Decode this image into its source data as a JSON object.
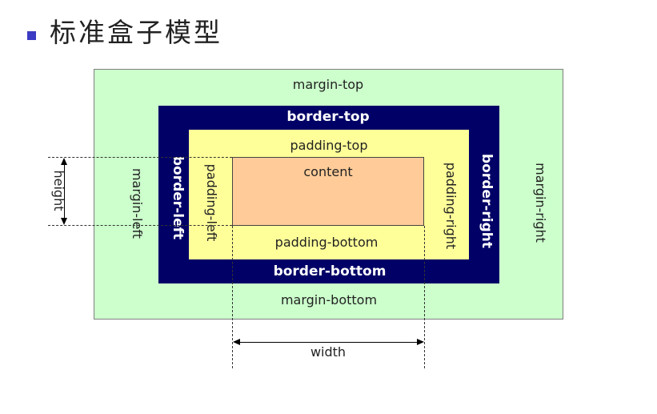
{
  "title": "标准盒子模型",
  "colors": {
    "bullet": "#3b3bc4",
    "margin": "#ccffcc",
    "border": "#000066",
    "padding": "#ffff99",
    "content": "#ffcc99"
  },
  "labels": {
    "margin_top": "margin-top",
    "margin_bottom": "margin-bottom",
    "margin_left": "margin-left",
    "margin_right": "margin-right",
    "border_top": "border-top",
    "border_bottom": "border-bottom",
    "border_left": "border-left",
    "border_right": "border-right",
    "padding_top": "padding-top",
    "padding_bottom": "padding-bottom",
    "padding_left": "padding-left",
    "padding_right": "padding-right",
    "content": "content",
    "height": "height",
    "width": "width"
  }
}
